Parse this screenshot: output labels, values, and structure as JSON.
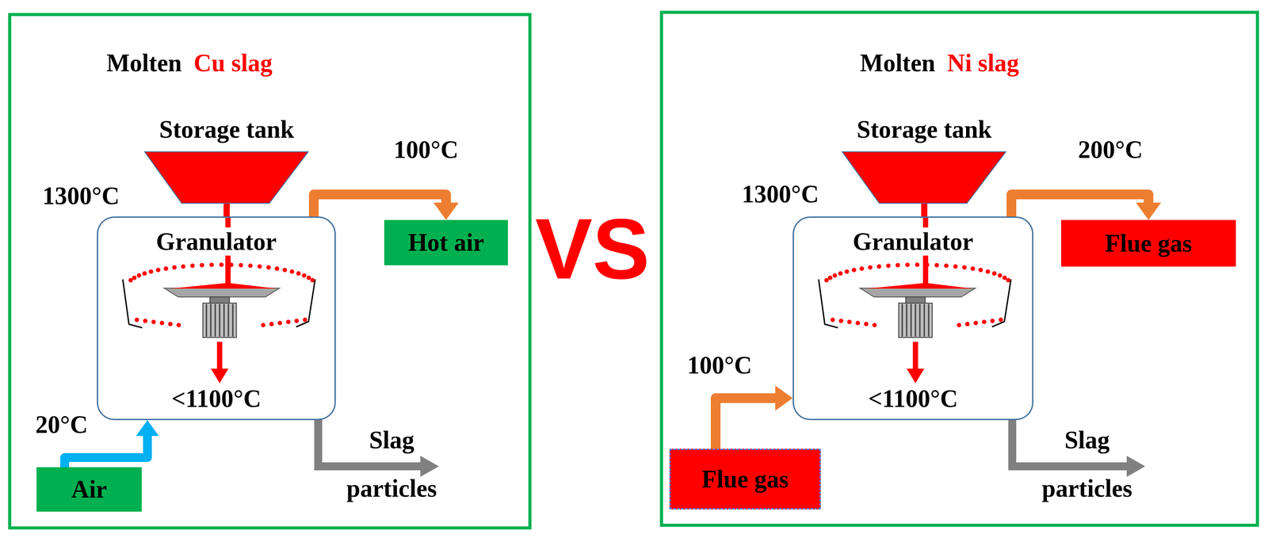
{
  "diagram": {
    "nodes": [
      {
        "text": [
          "Storage tank"
        ]
      },
      {
        "text": [
          "Granulator",
          "<1100°C"
        ]
      },
      {
        "text": [
          "Hot air"
        ]
      },
      {
        "text": [
          "Air"
        ]
      },
      {
        "text": [
          "Storage tank"
        ]
      },
      {
        "text": [
          "Granulator",
          "<1100°C"
        ]
      },
      {
        "text": [
          "Flue gas"
        ]
      },
      {
        "text": [
          "Flue gas"
        ]
      }
    ],
    "edges": [
      {
        "from": 0,
        "to": 1,
        "arrow": "none"
      },
      {
        "from": 1,
        "to": 2,
        "arrow": "to"
      },
      {
        "from": 3,
        "to": 1,
        "arrow": "to"
      },
      {
        "from": 4,
        "to": 5,
        "arrow": "none"
      },
      {
        "from": 5,
        "to": 6,
        "arrow": "to"
      },
      {
        "from": 7,
        "to": 5,
        "arrow": "to"
      }
    ],
    "labels": [
      "Molten",
      "Cu slag",
      "1300°C",
      "100°C",
      "20°C",
      "Slag particles",
      "VS",
      "Molten",
      "Ni slag",
      "200°C",
      "1300°C",
      "100°C",
      "Slag particles"
    ]
  }
}
